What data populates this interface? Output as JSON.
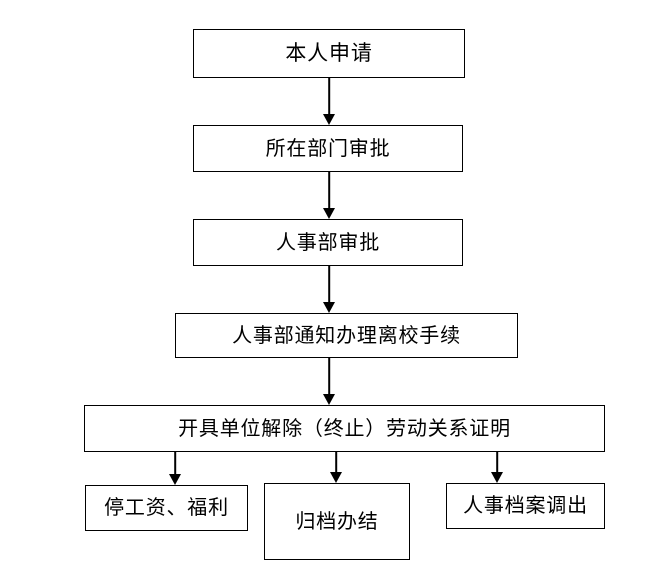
{
  "diagram": {
    "type": "flowchart",
    "orientation": "top-to-bottom",
    "nodes": {
      "apply": {
        "label": "本人申请"
      },
      "dept_approve": {
        "label": "所在部门审批"
      },
      "hr_approve": {
        "label": "人事部审批"
      },
      "hr_notify": {
        "label": "人事部通知办理离校手续"
      },
      "certificate": {
        "label": "开具单位解除（终止）劳动关系证明"
      },
      "stop_salary": {
        "label": "停工资、福利"
      },
      "archive": {
        "label": "归档办结"
      },
      "file_out": {
        "label": "人事档案调出"
      }
    },
    "colors": {
      "stroke": "#000000",
      "fill": "#ffffff",
      "text": "#000000",
      "background": "#ffffff"
    },
    "edges": [
      {
        "from": "apply",
        "to": "dept_approve",
        "style": "arrow"
      },
      {
        "from": "dept_approve",
        "to": "hr_approve",
        "style": "arrow"
      },
      {
        "from": "hr_approve",
        "to": "hr_notify",
        "style": "arrow"
      },
      {
        "from": "hr_notify",
        "to": "certificate",
        "style": "arrow"
      },
      {
        "from": "certificate",
        "to": "stop_salary",
        "style": "arrow"
      },
      {
        "from": "certificate",
        "to": "archive",
        "style": "arrow"
      },
      {
        "from": "certificate",
        "to": "file_out",
        "style": "arrow"
      }
    ]
  }
}
